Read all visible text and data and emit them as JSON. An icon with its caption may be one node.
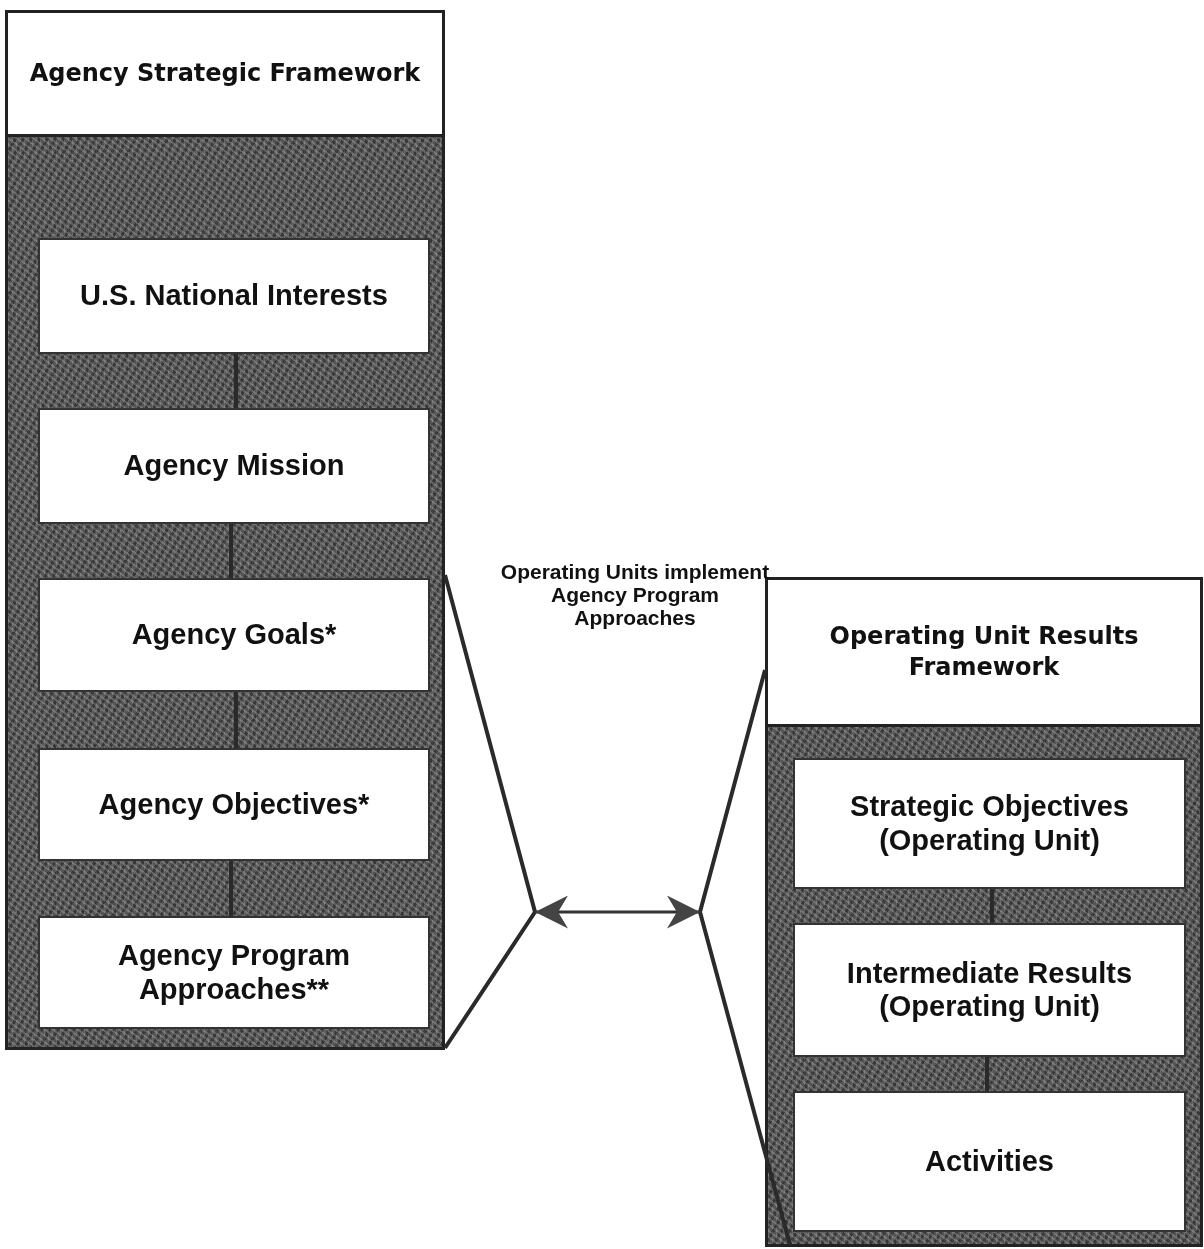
{
  "diagram": {
    "nodes": [
      {
        "text": [
          "Agency Strategic Framework"
        ]
      },
      {
        "text": [
          "U.S. National Interests"
        ],
        "in": 0
      },
      {
        "text": [
          "Agency Mission"
        ],
        "in": 0
      },
      {
        "text": [
          "Agency Goals*"
        ],
        "in": 0
      },
      {
        "text": [
          "Agency Objectives*"
        ],
        "in": 0
      },
      {
        "text": [
          "Agency Program Approaches**"
        ],
        "in": 0
      },
      {
        "text": [
          "Operating Unit Results Framework"
        ]
      },
      {
        "text": [
          "Strategic Objectives (Operating Unit)"
        ],
        "in": 6
      },
      {
        "text": [
          "Intermediate Results (Operating Unit)"
        ],
        "in": 6
      },
      {
        "text": [
          "Activities"
        ],
        "in": 6
      }
    ],
    "edges": [
      {
        "from": 0,
        "to": 6,
        "arrow": "both"
      }
    ],
    "labels": [
      "Operating Units implement Agency Program Approaches"
    ]
  }
}
